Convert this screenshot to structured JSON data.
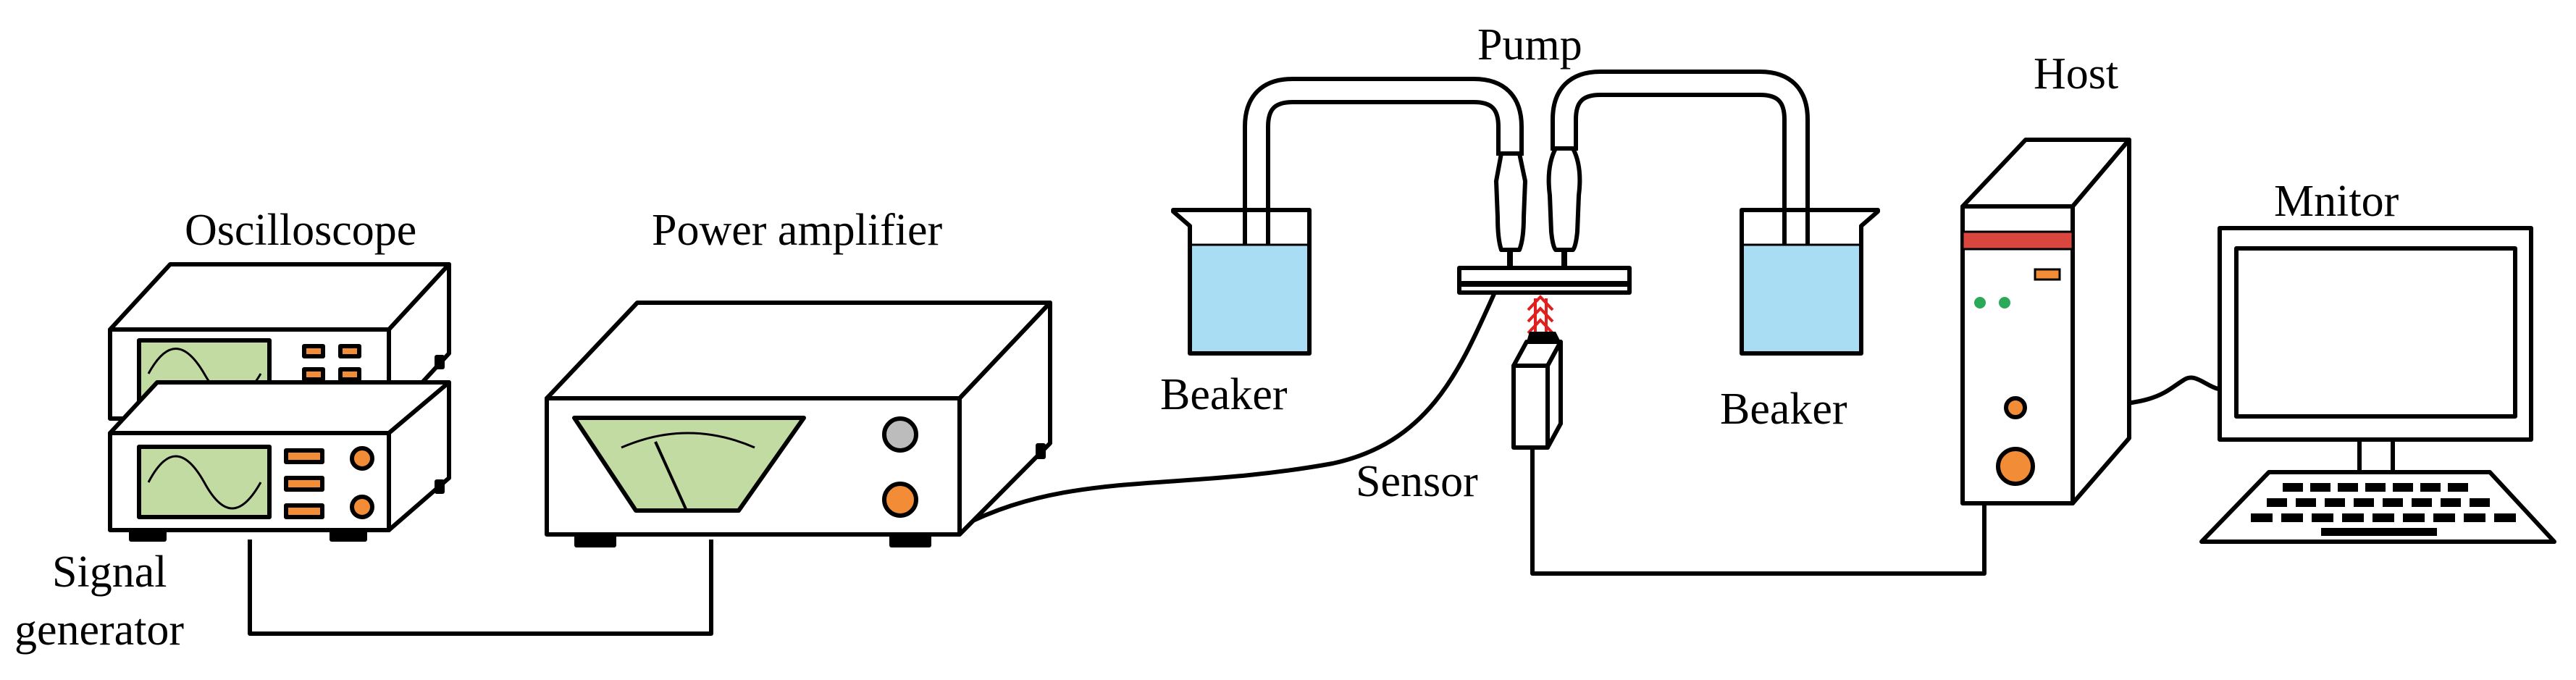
{
  "labels": {
    "oscilloscope": "Oscilloscope",
    "signal_generator_line1": "Signal",
    "signal_generator_line2": "generator",
    "power_amplifier": "Power amplifier",
    "pump": "Pump",
    "beaker_left": "Beaker",
    "beaker_right": "Beaker",
    "sensor": "Sensor",
    "host": "Host",
    "monitor": "Mnitor"
  },
  "colors": {
    "screen_green": "#c2dba3",
    "button_orange": "#f28c36",
    "knob_gray": "#bcbcbc",
    "water_blue": "#a8ddf3",
    "host_stripe_red": "#d9463e",
    "led_green": "#2ca85a",
    "arrow_red": "#e0201e"
  },
  "icons": {
    "oscilloscope": "oscilloscope-icon",
    "signal_generator": "signal-generator-icon",
    "power_amplifier": "power-amplifier-icon",
    "pump": "pump-icon",
    "beaker": "beaker-icon",
    "sensor": "sensor-icon",
    "host": "computer-tower-icon",
    "monitor": "monitor-icon",
    "keyboard": "keyboard-icon"
  }
}
